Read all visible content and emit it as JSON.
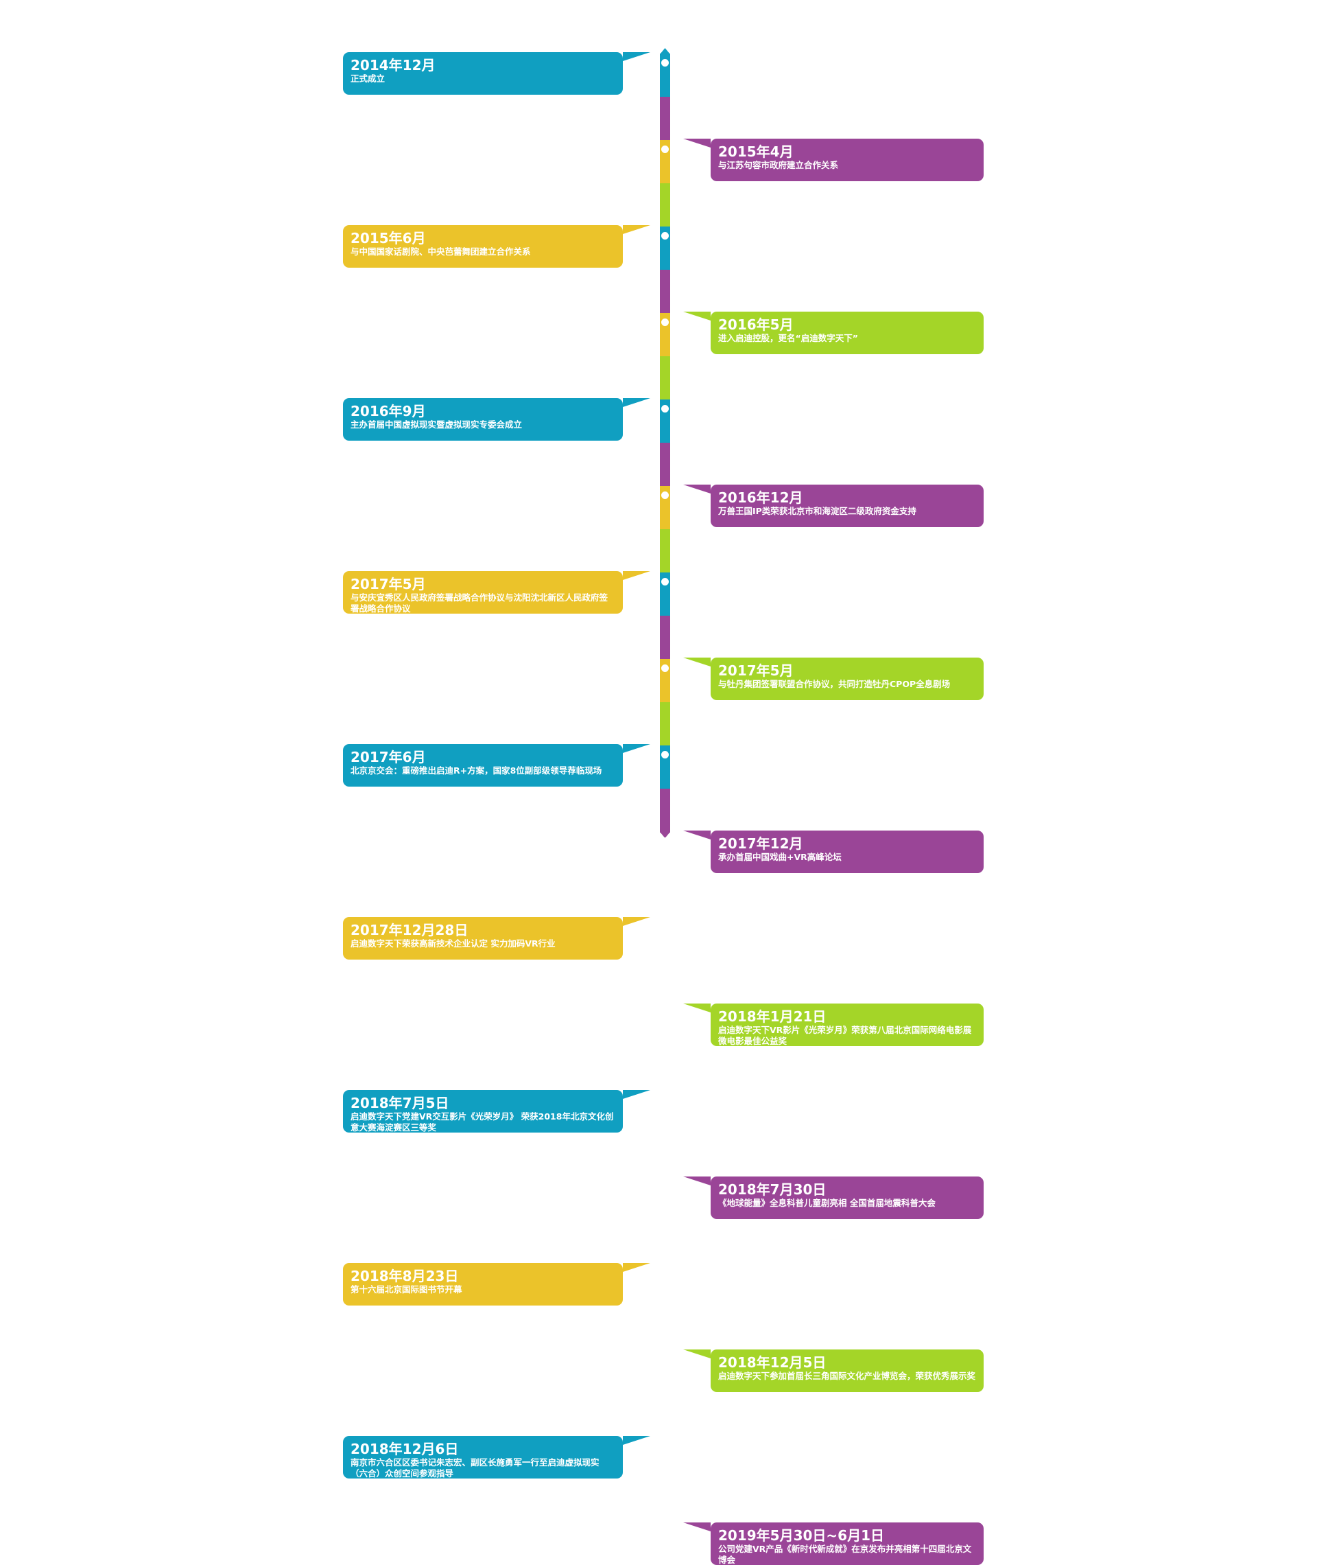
{
  "colors": {
    "blue": "#109fc1",
    "purple": "#9a4597",
    "yellow": "#ebc32a",
    "green": "#a4d528"
  },
  "events": [
    {
      "date": "2014年12月",
      "desc": "正式成立",
      "side": "left",
      "color": "blue"
    },
    {
      "date": "2015年4月",
      "desc": "与江苏句容市政府建立合作关系",
      "side": "right",
      "color": "purple"
    },
    {
      "date": "2015年6月",
      "desc": "与中国国家话剧院、中央芭蕾舞团建立合作关系",
      "side": "left",
      "color": "yellow"
    },
    {
      "date": "2016年5月",
      "desc": "进入启迪控股，更名“启迪数字天下”",
      "side": "right",
      "color": "green"
    },
    {
      "date": "2016年9月",
      "desc": "主办首届中国虚拟现实暨虚拟现实专委会成立",
      "side": "left",
      "color": "blue"
    },
    {
      "date": "2016年12月",
      "desc": "万兽王国IP类荣获北京市和海淀区二级政府资金支持",
      "side": "right",
      "color": "purple"
    },
    {
      "date": "2017年5月",
      "desc": "与安庆宜秀区人民政府签署战略合作协议与沈阳沈北新区人民政府签署战略合作协议",
      "side": "left",
      "color": "yellow"
    },
    {
      "date": "2017年5月",
      "desc": "与牡丹集团签署联盟合作协议，共同打造牡丹CPOP全息剧场",
      "side": "right",
      "color": "green"
    },
    {
      "date": "2017年6月",
      "desc": "北京京交会：重磅推出启迪R+方案，国家8位副部级领导荐临现场",
      "side": "left",
      "color": "blue"
    },
    {
      "date": "2017年12月",
      "desc": "承办首届中国戏曲+VR高峰论坛",
      "side": "right",
      "color": "purple"
    },
    {
      "date": "2017年12月28日",
      "desc": "启迪数字天下荣获高新技术企业认定 实力加码VR行业",
      "side": "left",
      "color": "yellow"
    },
    {
      "date": "2018年1月21日",
      "desc": "启迪数字天下VR影片《光荣岁月》荣获第八届北京国际网络电影展微电影最佳公益奖",
      "side": "right",
      "color": "green"
    },
    {
      "date": "2018年7月5日",
      "desc": "启迪数字天下党建VR交互影片《光荣岁月》 荣获2018年北京文化创意大赛海淀赛区三等奖",
      "side": "left",
      "color": "blue"
    },
    {
      "date": "2018年7月30日",
      "desc": "《地球能量》全息科普儿童剧亮相 全国首届地震科普大会",
      "side": "right",
      "color": "purple"
    },
    {
      "date": "2018年8月23日",
      "desc": "第十六届北京国际图书节开幕",
      "side": "left",
      "color": "yellow"
    },
    {
      "date": "2018年12月5日",
      "desc": "启迪数字天下参加首届长三角国际文化产业博览会，荣获优秀展示奖",
      "side": "right",
      "color": "green"
    },
    {
      "date": "2018年12月6日",
      "desc": "南京市六合区区委书记朱志宏、副区长施勇军一行至启迪虚拟现实（六合）众创空间参观指导",
      "side": "left",
      "color": "blue"
    },
    {
      "date": "2019年5月30日~6月1日",
      "desc": "公司党建VR产品《新时代新成就》在京发布并亮相第十四届北京文博会",
      "side": "right",
      "color": "purple"
    }
  ]
}
